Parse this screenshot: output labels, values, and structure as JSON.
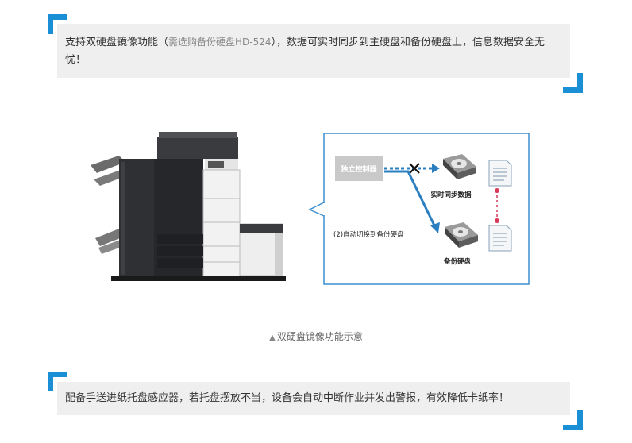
{
  "top_callout": {
    "text_before": "支持双硬盘镜像功能（",
    "note": "需选购备份硬盘HD-524",
    "text_after": "），数据可实时同步到主硬盘和备份硬盘上，信息数据安全无忧！"
  },
  "diagram": {
    "controller_label": "独立控制器",
    "sync_label": "实时同步数据",
    "switch_label": "(2)自动切换到备份硬盘",
    "backup_label": "备份硬盘"
  },
  "caption": {
    "marker": "▲",
    "text": "双硬盘镜像功能示意"
  },
  "bottom_callout": {
    "text": "配备手送进纸托盘感应器，若托盘摆放不当，设备会自动中断作业并发出警报，有效降低卡纸率！"
  },
  "colors": {
    "accent": "#1a8fd6",
    "callout_bg": "#efefef",
    "diagram_border": "#3b8fd0",
    "dotted_link": "#d83a5a"
  }
}
